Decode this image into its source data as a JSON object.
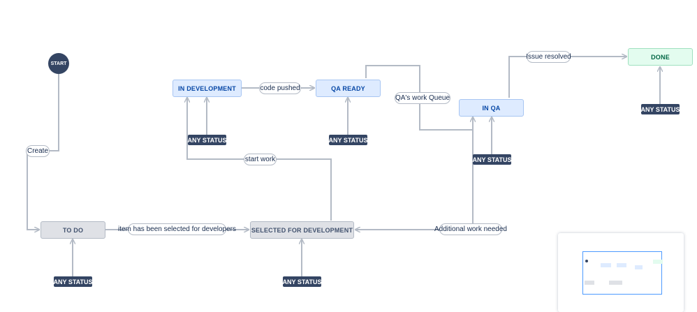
{
  "start": {
    "label": "START"
  },
  "statuses": {
    "todo": "TO DO",
    "selected": "SELECTED FOR DEVELOPMENT",
    "in_development": "IN DEVELOPMENT",
    "qa_ready": "QA READY",
    "in_qa": "IN QA",
    "done": "DONE"
  },
  "any_status_label": "ANY STATUS",
  "transitions": {
    "create": "Create",
    "selected_for_developers": "item has been selected for developers",
    "start_work": "start work",
    "code_pushed": "code pushed",
    "qa_work_queue": "QA's work Queue",
    "issue_resolved": "Issue resolved",
    "additional_work": "Additional work needed"
  },
  "colors": {
    "todo_fill": "#dfe1e6",
    "in_progress_fill": "#deebff",
    "done_fill": "#e3fcef",
    "dark_node": "#344563",
    "connector": "#b3bac5"
  }
}
